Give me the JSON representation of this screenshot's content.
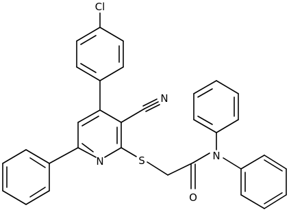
{
  "atom_labels": {
    "chlorine": "Cl",
    "nitrile_nitrogen": "N",
    "pyridine_nitrogen": "N",
    "sulfur": "S",
    "amide_nitrogen": "N",
    "carbonyl_oxygen": "O"
  },
  "colors": {
    "bond": "#000000",
    "label": "#000000",
    "background": "#ffffff"
  }
}
